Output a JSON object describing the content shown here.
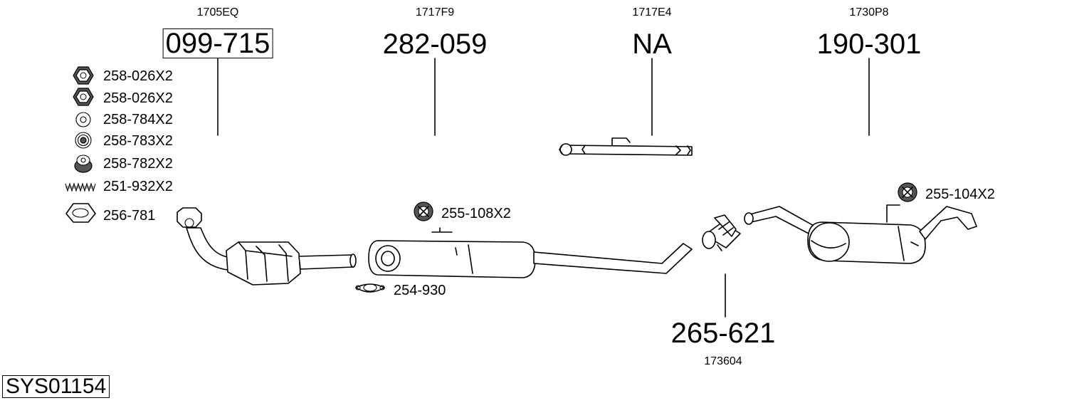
{
  "system_code": "SYS01154",
  "assemblies": [
    {
      "ref": "1705EQ",
      "part": "099-715"
    },
    {
      "ref": "1717F9",
      "part": "282-059"
    },
    {
      "ref": "1717E4",
      "part": "NA"
    },
    {
      "ref": "1730P8",
      "part": "190-301"
    },
    {
      "ref": "173604",
      "part": "265-621"
    }
  ],
  "fittings": [
    {
      "label": "258-026X2",
      "icon": "hex-nut-icon"
    },
    {
      "label": "258-026X2",
      "icon": "hex-nut-icon"
    },
    {
      "label": "258-784X2",
      "icon": "washer-icon"
    },
    {
      "label": "258-783X2",
      "icon": "spring-washer-icon"
    },
    {
      "label": "258-782X2",
      "icon": "conical-washer-icon"
    },
    {
      "label": "251-932X2",
      "icon": "spring-icon"
    },
    {
      "label": "256-781",
      "icon": "gasket-ring-icon"
    }
  ],
  "accessories": [
    {
      "label": "255-108X2",
      "icon": "rubber-mount-icon"
    },
    {
      "label": "254-930",
      "icon": "pipe-clamp-icon"
    },
    {
      "label": "255-104X2",
      "icon": "rubber-mount-icon"
    }
  ]
}
